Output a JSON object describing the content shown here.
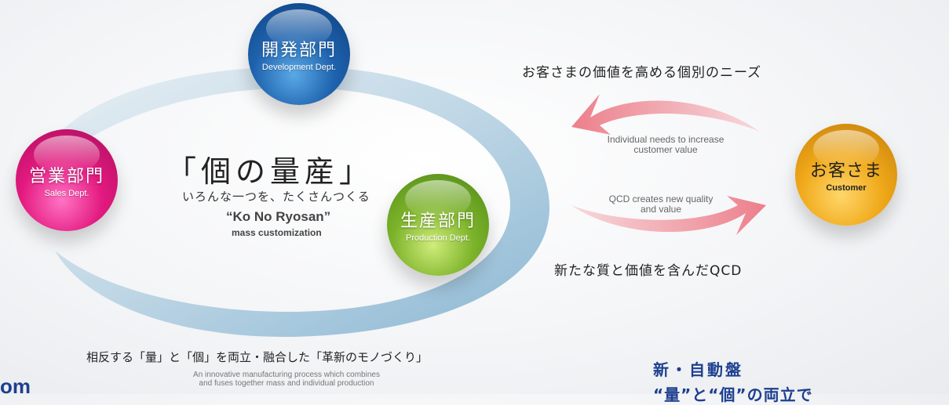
{
  "center": {
    "title": "「個の量産」",
    "subtitle_jp": "いろんな一つを、たくさんつくる",
    "subtitle_en": "“Ko No Ryosan”",
    "subtitle_en2": "mass customization"
  },
  "orbs": {
    "development": {
      "jp": "開発部門",
      "en": "Development Dept."
    },
    "sales": {
      "jp": "営業部門",
      "en": "Sales Dept."
    },
    "production": {
      "jp": "生産部門",
      "en": "Production Dept."
    },
    "customer": {
      "jp": "お客さま",
      "en": "Customer"
    }
  },
  "arrows": {
    "top_jp": "お客さまの価値を高める個別のニーズ",
    "top_en_line1": "Individual needs to increase",
    "top_en_line2": "customer value",
    "bottom_en_line1": "QCD creates new quality",
    "bottom_en_line2": "and value",
    "bottom_jp": "新たな質と価値を含んだQCD"
  },
  "bottom": {
    "jp": "相反する「量」と「個」を両立・融合した「革新のモノづくり」",
    "en_line1": "An innovative manufacturing process which combines",
    "en_line2": "and fuses together mass and individual production"
  },
  "footer": {
    "heading": "新・自動盤",
    "tagline": "“量”と“個”の両立で",
    "left_fragment": "om"
  },
  "colors": {
    "development": "#1e62ad",
    "sales": "#e3197f",
    "production": "#7cb32a",
    "customer": "#f0a91a",
    "arrow": "#e8858e",
    "ring": "#9cc4dc",
    "footer_text": "#1d3f8f"
  }
}
